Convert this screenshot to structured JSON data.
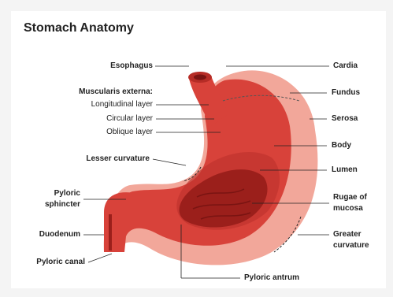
{
  "title": "Stomach Anatomy",
  "labels": {
    "esophagus": "Esophagus",
    "muscularis": "Muscularis externa:",
    "longitudinal": "Longitudinal layer",
    "circular": "Circular layer",
    "oblique": "Oblique layer",
    "lesser": "Lesser curvature",
    "pyloric_sphincter": [
      "Pyloric",
      "sphincter"
    ],
    "duodenum": "Duodenum",
    "pyloric_canal": "Pyloric canal",
    "pyloric_antrum": "Pyloric antrum",
    "cardia": "Cardia",
    "fundus": "Fundus",
    "serosa": "Serosa",
    "body": "Body",
    "lumen": "Lumen",
    "rugae": [
      "Rugae of",
      "mucosa"
    ],
    "greater": [
      "Greater",
      "curvature"
    ]
  },
  "colors": {
    "serosa": "#f2a79a",
    "muscle": "#d8423a",
    "muscle_dark": "#b62c26",
    "lumen": "#9b1f1b",
    "stroke": "#222222"
  }
}
